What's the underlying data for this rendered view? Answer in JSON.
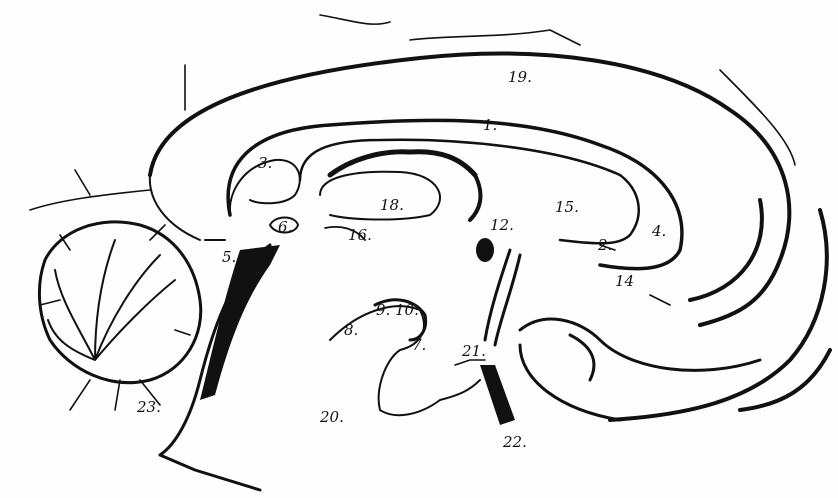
{
  "figure": {
    "labels": [
      {
        "id": "l1",
        "text": "1."
      },
      {
        "id": "l2",
        "text": "2."
      },
      {
        "id": "l3",
        "text": "3."
      },
      {
        "id": "l4",
        "text": "4."
      },
      {
        "id": "l5",
        "text": "5."
      },
      {
        "id": "l6",
        "text": "6."
      },
      {
        "id": "l7",
        "text": "7."
      },
      {
        "id": "l8",
        "text": "8."
      },
      {
        "id": "l9",
        "text": "9."
      },
      {
        "id": "l10",
        "text": "10."
      },
      {
        "id": "l12",
        "text": "12."
      },
      {
        "id": "l14",
        "text": "14"
      },
      {
        "id": "l15",
        "text": "15."
      },
      {
        "id": "l16",
        "text": "16."
      },
      {
        "id": "l18",
        "text": "18."
      },
      {
        "id": "l19",
        "text": "19."
      },
      {
        "id": "l20",
        "text": "20."
      },
      {
        "id": "l21",
        "text": "21."
      },
      {
        "id": "l22",
        "text": "22."
      },
      {
        "id": "l23",
        "text": "23."
      }
    ]
  }
}
